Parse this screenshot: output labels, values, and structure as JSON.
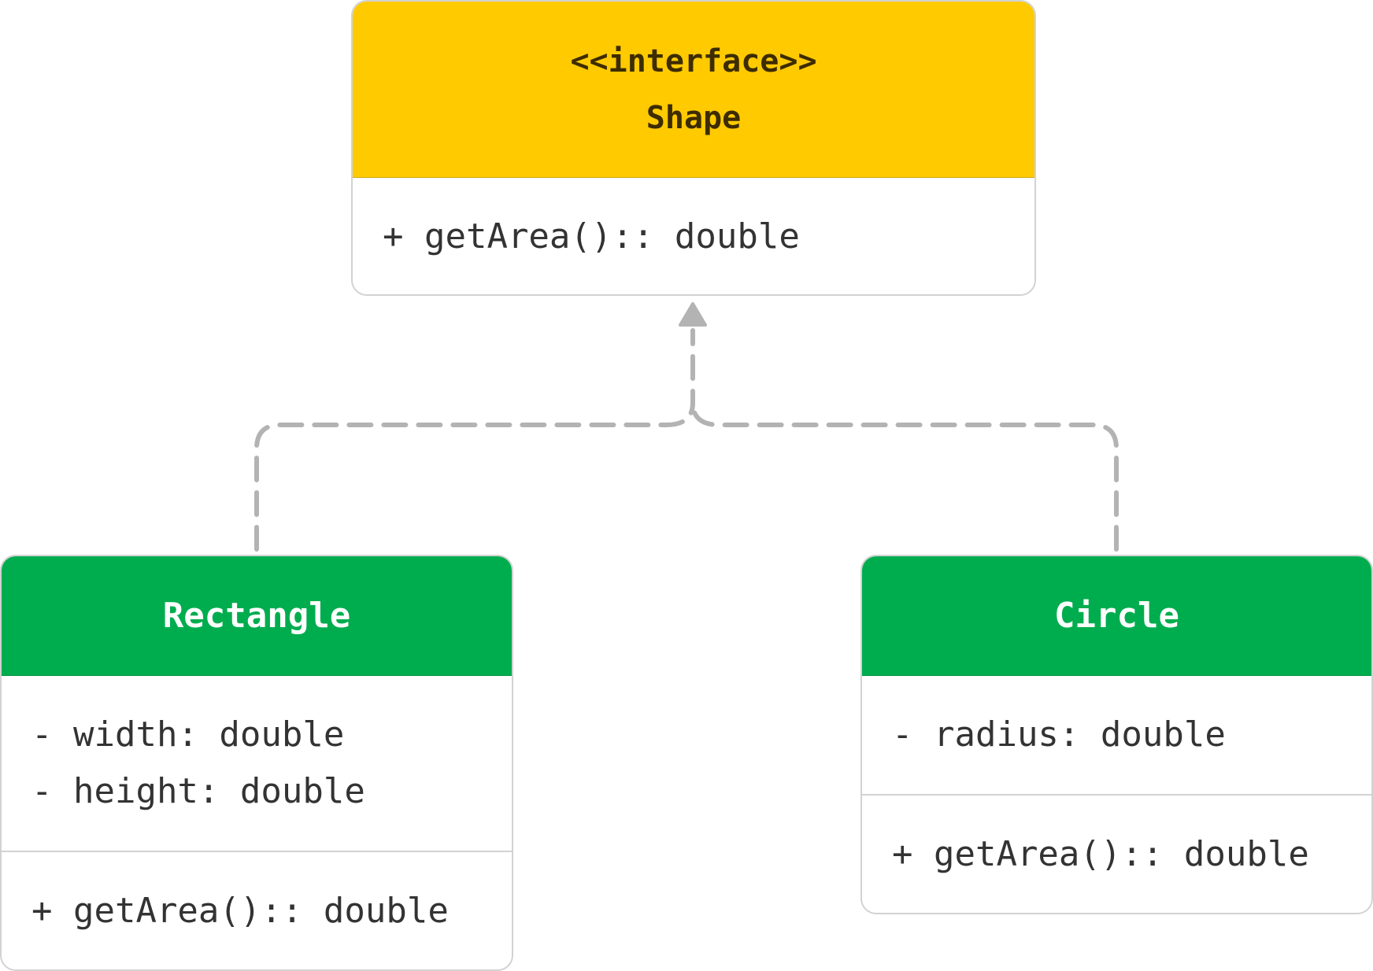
{
  "colors": {
    "interface_header": "#ffca00",
    "interface_text": "#3d2c00",
    "class_header": "#00ad4e",
    "class_text": "#ffffff",
    "member_text": "#333333",
    "border": "#d2d2d2",
    "connector": "#b3b3b3"
  },
  "interface": {
    "stereotype": "<<interface>>",
    "name": "Shape",
    "operations": [
      "+ getArea():: double"
    ]
  },
  "classes": [
    {
      "name": "Rectangle",
      "attributes": [
        "- width: double",
        "- height: double"
      ],
      "operations": [
        "+ getArea():: double"
      ]
    },
    {
      "name": "Circle",
      "attributes": [
        "- radius: double"
      ],
      "operations": [
        "+ getArea():: double"
      ]
    }
  ],
  "relationships": [
    {
      "from": "Rectangle",
      "to": "Shape",
      "type": "realization"
    },
    {
      "from": "Circle",
      "to": "Shape",
      "type": "realization"
    }
  ]
}
